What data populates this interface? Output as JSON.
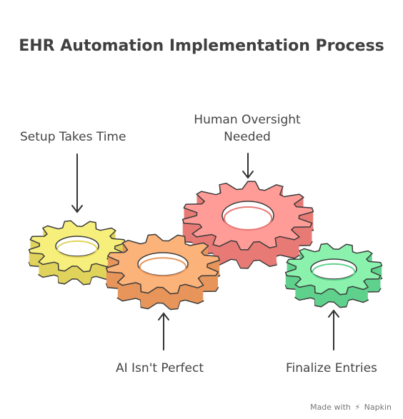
{
  "title": "EHR Automation Implementation Process",
  "labels": {
    "setup": "Setup Takes Time",
    "human": "Human Oversight Needed",
    "ai": "AI Isn't Perfect",
    "finalize": "Finalize Entries"
  },
  "footer": {
    "made_with": "Made with",
    "brand": "Napkin"
  },
  "colors": {
    "yellow": "#f7ef7c",
    "yellow_side": "#e0d35c",
    "orange": "#fbb37a",
    "orange_side": "#e7955a",
    "red": "#ff9c97",
    "red_side": "#e87a76",
    "green": "#8af2ad",
    "green_side": "#5fd18c",
    "stroke": "#3b3b3b"
  }
}
